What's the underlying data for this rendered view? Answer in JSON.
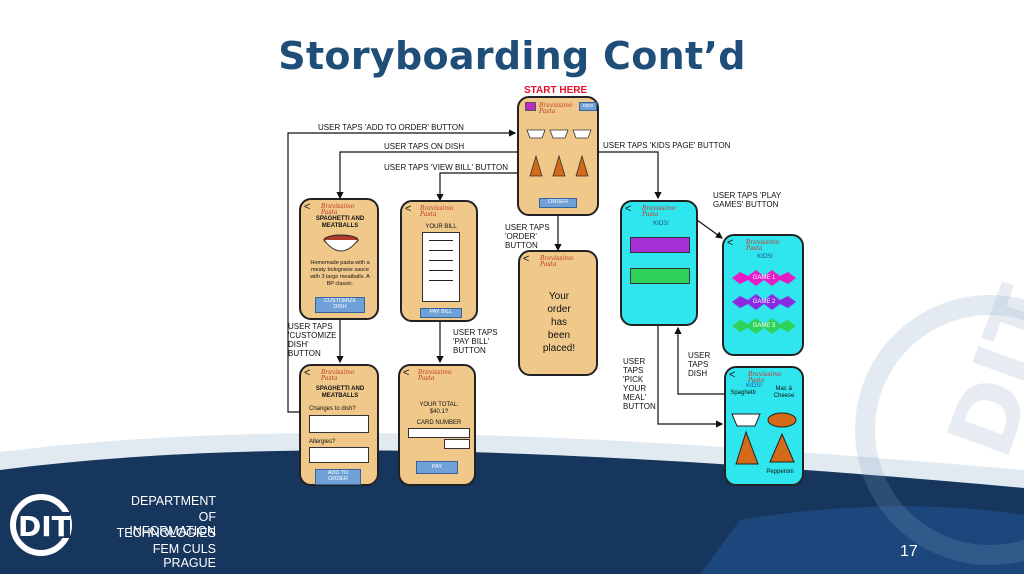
{
  "slide": {
    "title": "Storyboarding Cont’d",
    "page_number": "17",
    "dept_lines": [
      "DEPARTMENT",
      "OF INFORMATION",
      "TECHNOLOGIES",
      "FEM CULS PRAGUE"
    ],
    "logo_text": "DIT"
  },
  "colors": {
    "title": "#1f4e79",
    "band": "#17365d",
    "screen_tan": "#f0c98a",
    "screen_cyan": "#2fe6ee",
    "start_here": "#e8102a"
  },
  "storyboard": {
    "start_here": "START HERE",
    "app_logo": "Bravissimo Pasta",
    "home_order_btn": "ORDER",
    "home_kids_btn": "KIDS",
    "arrows": {
      "add_to_order": "USER TAPS 'ADD TO ORDER' BUTTON",
      "taps_dish": "USER TAPS ON DISH",
      "view_bill": "USER TAPS 'VIEW BILL' BUTTON",
      "kids_page": "USER TAPS 'KIDS PAGE' BUTTON",
      "play_games": "USER TAPS 'PLAY\nGAMES' BUTTON",
      "order_button": "USER TAPS\n'ORDER'\nBUTTON",
      "customize_dish": "USER TAPS\n'CUSTOMIZE\nDISH'\nBUTTON",
      "pay_bill": "USER TAPS\n'PAY BILL'\nBUTTON",
      "pick_meal": "USER\nTAPS\n'PICK\nYOUR\nMEAL'\nBUTTON",
      "user_taps_dish": "USER\nTAPS\nDISH"
    },
    "dish_screen": {
      "title": "SPAGHETTI AND\nMEATBALLS",
      "desc": "Homemade pasta with a\nmeaty bolognese sauce\nwith 3 large meatballs. A\nBP classic.",
      "btn": "CUSTOMIZE\nDISH"
    },
    "bill_screen": {
      "title": "YOUR BILL",
      "btn": "PAY BILL"
    },
    "order_placed": "Your\norder\nhas\nbeen\nplaced!",
    "kids_screen": {
      "heading": "KIDS!"
    },
    "games_screen": {
      "heading": "KIDS!",
      "games": [
        "GAME 1",
        "GAME 2",
        "GAME 3"
      ]
    },
    "customize_screen": {
      "title": "SPAGHETTI AND\nMEATBALLS",
      "changes": "Changes to dish?",
      "allergies": "Allergies?",
      "btn": "ADD TO\nORDER"
    },
    "pay_screen": {
      "total": "YOUR TOTAL:\n$40.1?",
      "card": "CARD NUMBER",
      "btn": "PAY"
    },
    "meal_screen": {
      "heading": "KIDS!",
      "items": [
        "Spaghetti",
        "Mac &\nCheese",
        "Pepperoni"
      ]
    }
  }
}
